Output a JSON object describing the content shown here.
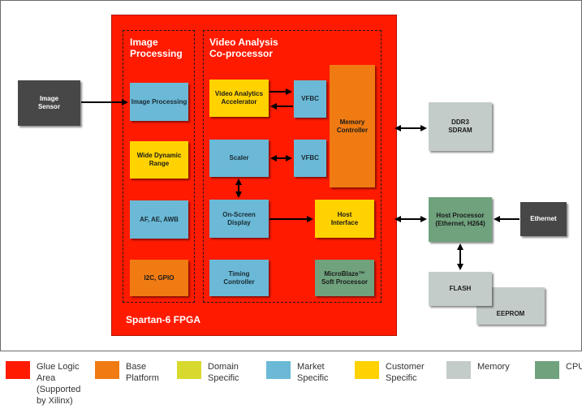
{
  "diagram": {
    "fpga_label": "Spartan-6 FPGA",
    "group_image_processing": "Image\nProcessing",
    "group_video_analysis": "Video Analysis\nCo-processor",
    "blocks": {
      "image_sensor": "Image\nSensor",
      "image_processing": "Image Processing",
      "wide_dynamic_range": "Wide Dynamic\nRange",
      "af_ae_awb": "AF, AE, AWB",
      "i2c_gpio": "I2C, GPIO",
      "video_analytics_accelerator": "Video Analytics\nAccelerator",
      "vfbc_top": "VFBC",
      "vfbc_bottom": "VFBC",
      "memory_controller": "Memory\nController",
      "scaler": "Scaler",
      "on_screen_display": "On-Screen\nDisplay",
      "host_interface": "Host\nInterface",
      "timing_controller": "Timing\nController",
      "microblaze": "MicroBlaze™\nSoft Processor",
      "ddr3_sdram": "DDR3\nSDRAM",
      "host_processor": "Host Processor\n(Ethernet, H264)",
      "ethernet": "Ethernet",
      "flash": "FLASH",
      "eeprom": "EEPROM"
    }
  },
  "legend": [
    {
      "label": "Glue Logic\nArea\n(Supported\nby Xilinx)",
      "color": "#ff1a00"
    },
    {
      "label": "Base\nPlatform",
      "color": "#f07b12"
    },
    {
      "label": "Domain\nSpecific",
      "color": "#d8d92e"
    },
    {
      "label": "Market\nSpecific",
      "color": "#6bb9d6"
    },
    {
      "label": "Customer\nSpecific",
      "color": "#ffd200"
    },
    {
      "label": "Memory",
      "color": "#c3ccc9"
    },
    {
      "label": "CPU",
      "color": "#6fa27d"
    }
  ]
}
